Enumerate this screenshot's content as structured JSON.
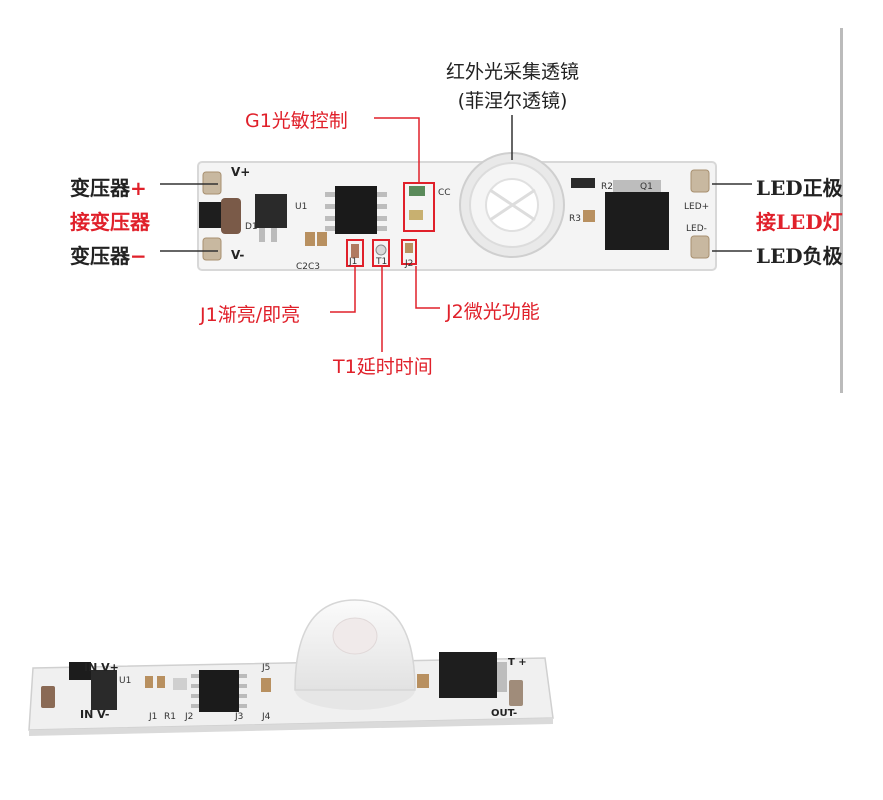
{
  "top_board": {
    "lens_title_line1": "红外光采集透镜",
    "lens_title_line2": "(菲涅尔透镜)",
    "g1_label": "G1光敏控制",
    "j1_label": "J1渐亮/即亮",
    "t1_label": "T1延时时间",
    "j2_label": "J2微光功能",
    "left_plus_label": "变压器",
    "left_plus_sign": "+",
    "left_mid_label": "接变压器",
    "left_minus_label": "变压器",
    "left_minus_sign": "−",
    "right_pos_label": "LED正极",
    "right_mid_label": "接LED灯",
    "right_neg_label": "LED负极",
    "silk": {
      "vplus": "V+",
      "vminus": "V-",
      "u1": "U1",
      "d1": "D1",
      "c2c3": "C2C3",
      "cc": "CC",
      "r2": "R2",
      "q1": "Q1",
      "r3": "R3",
      "led_plus": "LED+",
      "led_minus": "LED-",
      "j1": "J1",
      "t1": "T1",
      "j2": "J2"
    }
  },
  "bottom_board": {
    "silk_in_vplus": "IN V+",
    "silk_in_vminus": "IN V-",
    "silk_u1": "U1",
    "silk_j1": "J1",
    "silk_r1": "R1",
    "silk_j2": "J2",
    "silk_j3": "J3",
    "silk_j4": "J4",
    "silk_j5": "J5",
    "silk_out_plus": "T +",
    "silk_out": "OUT-"
  },
  "colors": {
    "accent_red": "#e0202a",
    "label_black": "#222222",
    "pcb_white": "#f2f2f2"
  }
}
